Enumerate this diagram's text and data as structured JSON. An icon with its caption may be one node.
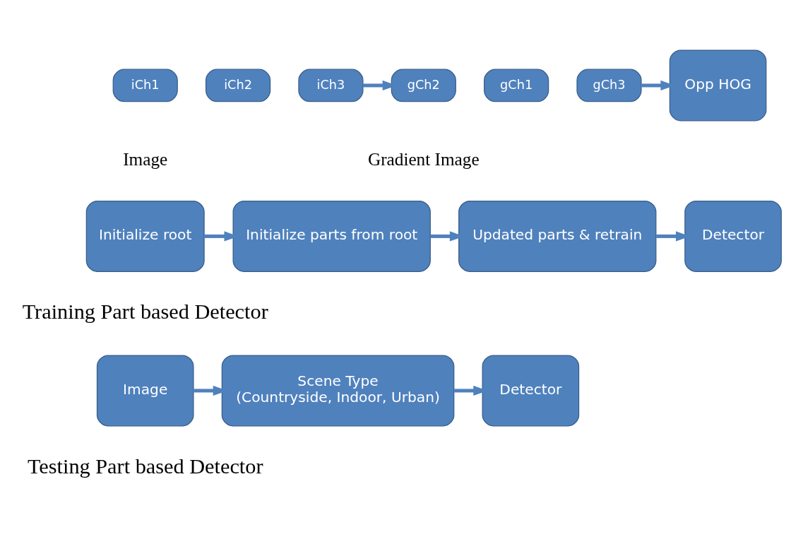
{
  "diagram": {
    "nodes": [
      {
        "text": [
          "iCh1"
        ]
      },
      {
        "text": [
          "iCh2"
        ]
      },
      {
        "text": [
          "iCh3"
        ]
      },
      {
        "text": [
          "gCh1"
        ]
      },
      {
        "text": [
          "gCh2"
        ]
      },
      {
        "text": [
          "gCh3"
        ]
      },
      {
        "text": [
          "Opp HOG"
        ]
      },
      {
        "text": [
          "Initialize root"
        ]
      },
      {
        "text": [
          "Initialize parts from root"
        ]
      },
      {
        "text": [
          "Updated parts & retrain"
        ]
      },
      {
        "text": [
          "Detector"
        ]
      },
      {
        "text": [
          "Image"
        ]
      },
      {
        "text": [
          "Scene Type",
          "(Countryside, Indoor, Urban)"
        ]
      },
      {
        "text": [
          "Detector"
        ]
      }
    ],
    "edges": [
      {
        "from": 2,
        "to": 4,
        "arrow": "to"
      },
      {
        "from": 5,
        "to": 6,
        "arrow": "to"
      },
      {
        "from": 7,
        "to": 8,
        "arrow": "to"
      },
      {
        "from": 8,
        "to": 9,
        "arrow": "to"
      },
      {
        "from": 9,
        "to": 10,
        "arrow": "to"
      },
      {
        "from": 11,
        "to": 12,
        "arrow": "to"
      },
      {
        "from": 12,
        "to": 13,
        "arrow": "to"
      }
    ],
    "labels": [
      "Image",
      "Gradient Image",
      "Training Part based Detector",
      "Testing Part based Detector"
    ]
  }
}
